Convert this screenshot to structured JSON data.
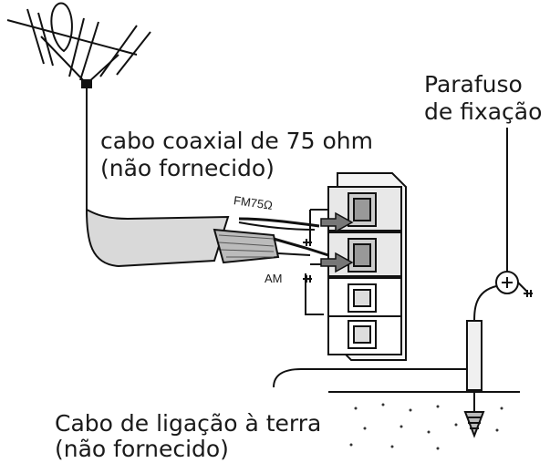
{
  "labels": {
    "coax_line1": "cabo coaxial de 75 ohm",
    "coax_line2": "(não fornecido)",
    "screw_line1": "Parafuso",
    "screw_line2": "de fixação",
    "ground_line1": "Cabo de ligação à terra",
    "ground_line2": "(não fornecido)",
    "fm_terminal": "FM75Ω",
    "am_terminal": "AM"
  }
}
